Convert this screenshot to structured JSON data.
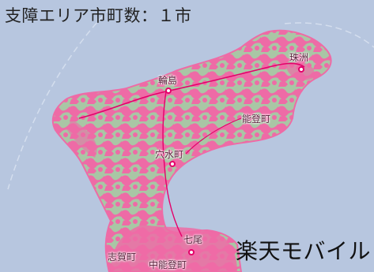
{
  "headline": "支障エリア市町数：１市",
  "brand": "楽天モバイル",
  "places": {
    "suzu": "珠洲",
    "wajima": "輪島",
    "noto": "能登町",
    "anamizu": "穴水町",
    "nanao": "七尾",
    "shika": "志賀町",
    "nakanoto": "中能登町"
  },
  "colors": {
    "sea": "#b7c6df",
    "land": "#a9c6a5",
    "coverage": "#ee6ba6",
    "road": "#e4006a"
  }
}
